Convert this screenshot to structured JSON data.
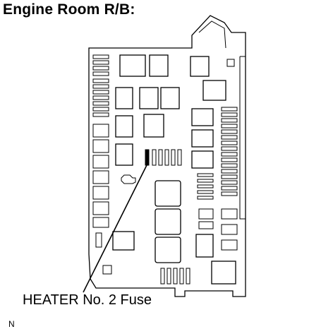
{
  "title": "Engine Room R/B:",
  "callout": {
    "label": "HEATER No. 2 Fuse",
    "highlight_color": "#000000"
  },
  "corner_mark": "N"
}
